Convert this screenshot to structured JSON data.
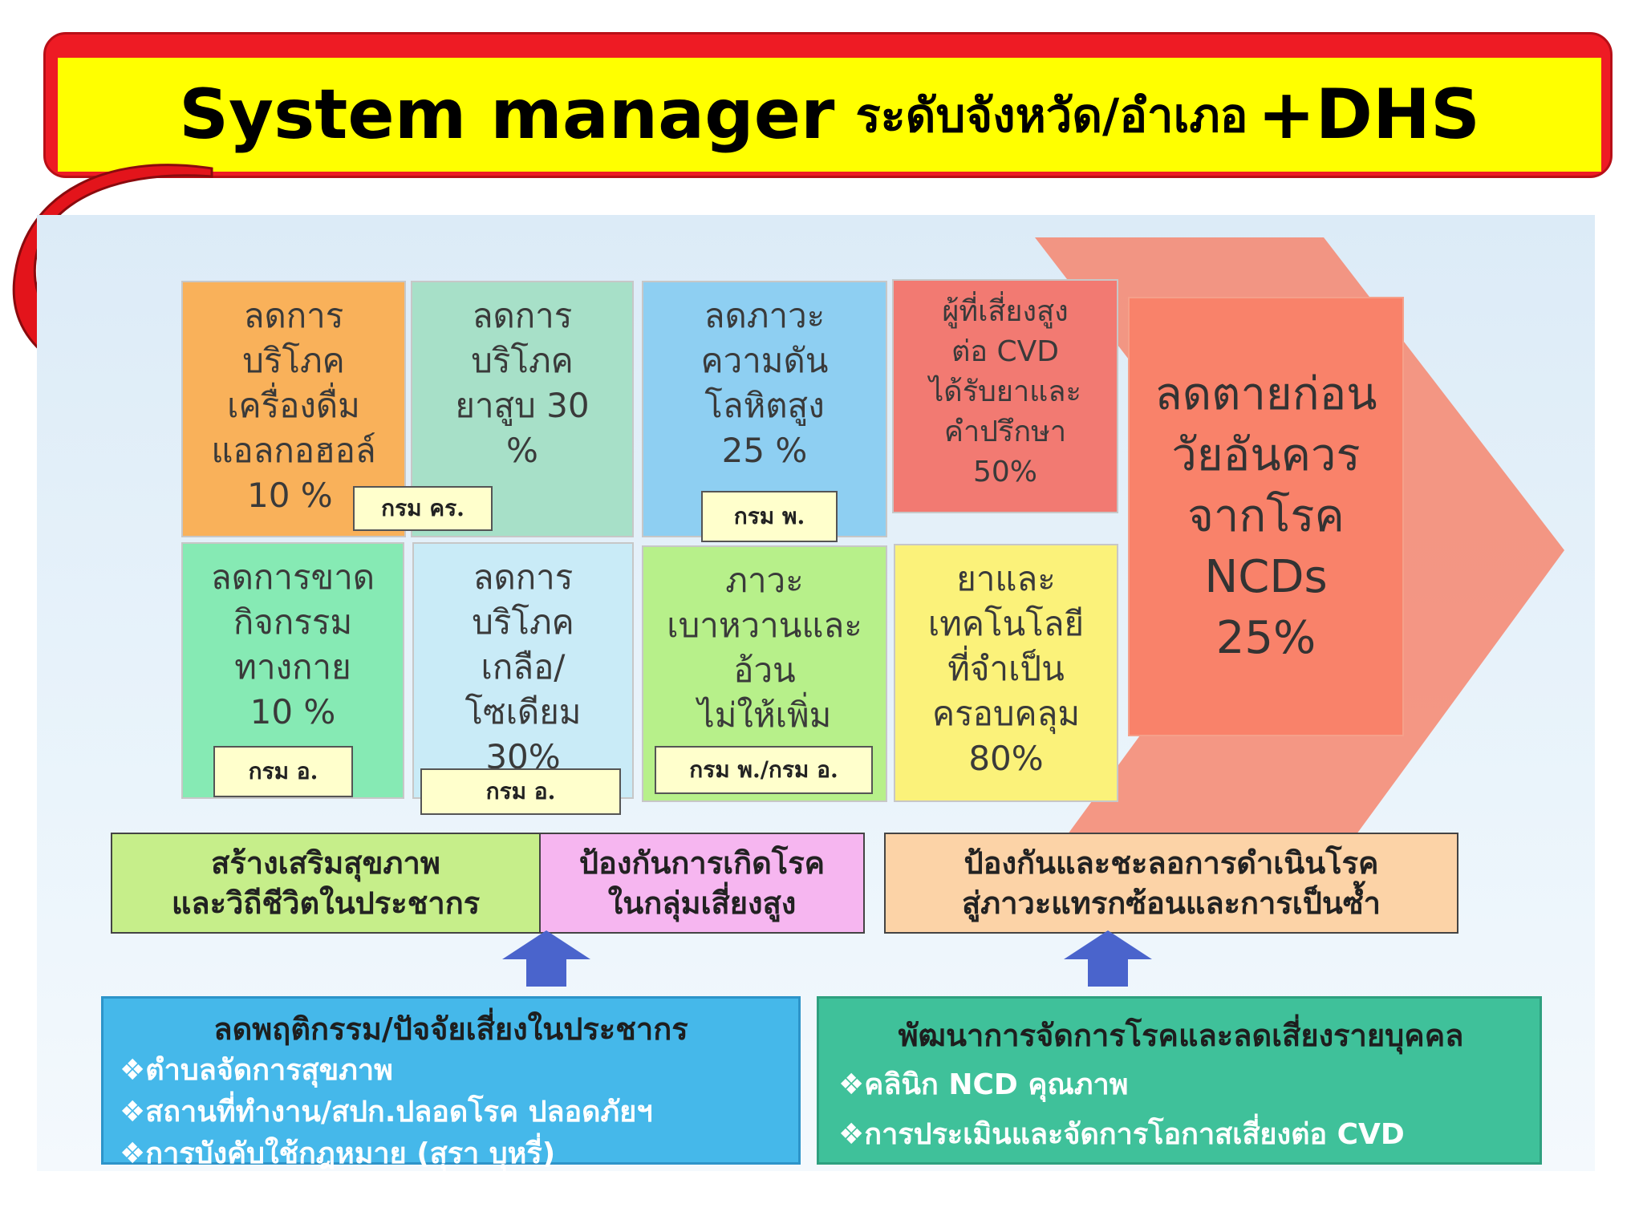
{
  "title": {
    "english": "System manager",
    "thai": "ระดับจังหวัด/อำเภอ",
    "suffix": "+DHS"
  },
  "tiles": {
    "alcohol": [
      "ลดการ",
      "บริโภค",
      "เครื่องดื่ม",
      "แอลกอฮอล์",
      "10 %"
    ],
    "tobacco": [
      "ลดการ",
      "บริโภค",
      "ยาสูบ 30",
      "%"
    ],
    "blood_pressure": [
      "ลดภาวะ",
      "ความดัน",
      "โลหิตสูง",
      "25 %"
    ],
    "cvd": [
      "ผู้ที่เสี่ยงสูง",
      "ต่อ CVD",
      "ได้รับยาและ",
      "คำปรึกษา",
      "50%"
    ],
    "physical": [
      "ลดการขาด",
      "กิจกรรม",
      "ทางกาย",
      "10 %"
    ],
    "salt": [
      "ลดการ",
      "บริโภค",
      "เกลือ/",
      "โซเดียม",
      "30%"
    ],
    "diabetes": [
      "ภาวะ",
      "เบาหวานและ",
      "อ้วน",
      "ไม่ให้เพิ่ม"
    ],
    "medicine": [
      "ยาและ",
      "เทคโนโลยี",
      "ที่จำเป็น",
      "ครอบคลุม",
      "80%"
    ]
  },
  "departments": {
    "dept_kor": "กรม คร.",
    "dept_por": "กรม พ.",
    "dept_or_1": "กรม อ.",
    "dept_or_2": "กรม อ.",
    "dept_por_or": "กรม พ./กรม อ."
  },
  "goal": [
    "ลดตายก่อน",
    "วัยอันควร",
    "จากโรค",
    "NCDs",
    "25%"
  ],
  "bands": {
    "health_promotion": [
      "สร้างเสริมสุขภาพ",
      "และวิถีชีวิตในประชากร"
    ],
    "high_risk_prevention": [
      "ป้องกันการเกิดโรค",
      "ในกลุ่มเสี่ยงสูง"
    ],
    "complication_prevention": [
      "ป้องกันและชะลอการดำเนินโรค",
      "สู่ภาวะแทรกซ้อนและการเป็นซ้ำ"
    ]
  },
  "bottom_left": {
    "heading": "ลดพฤติกรรม/ปัจจัยเสี่ยงในประชากร",
    "items": [
      "❖ตำบลจัดการสุขภาพ",
      "❖สถานที่ทำงาน/สปก.ปลอดโรค  ปลอดภัยฯ",
      "❖การบังคับใช้กฎหมาย  (สุรา บุหรี่)"
    ]
  },
  "bottom_right": {
    "heading": "พัฒนาการจัดการโรคและลดเสี่ยงรายบุคคล",
    "items": [
      "❖คลินิก NCD คุณภาพ",
      "❖การประเมินและจัดการโอกาสเสี่ยงต่อ  CVD"
    ]
  },
  "colors": {
    "title_red": "#ee1b24",
    "title_yellow": "#ffff00",
    "tile_orange": "#f9b15a",
    "tile_seafoam": "#a7e0c8",
    "tile_blue": "#8ecff2",
    "tile_red": "#f27a72",
    "tile_green": "#86eab4",
    "tile_lightblue": "#c9ebf7",
    "tile_lime": "#b7f08a",
    "tile_yellow": "#fbf27a",
    "goal_salmon": "#f9826a",
    "band_green": "#c6ee8a",
    "band_pink": "#f6b6f0",
    "band_peach": "#fcd3a7",
    "bottom_blue": "#45b8ea",
    "bottom_teal": "#3fc19a",
    "arrow_blue": "#4a64cc"
  }
}
